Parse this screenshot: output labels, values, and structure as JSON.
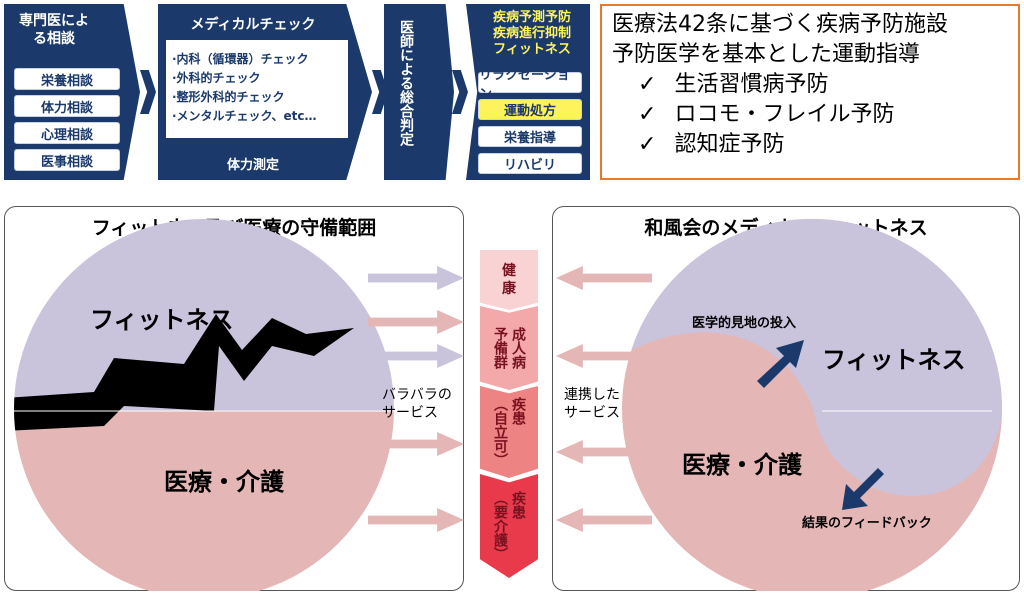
{
  "flow": {
    "block1": {
      "title": "専門医による相談",
      "items": [
        "栄養相談",
        "体力相談",
        "心理相談",
        "医事相談"
      ]
    },
    "block2": {
      "title": "メディカルチェック",
      "checks": [
        "·内科（循環器）チェック",
        "·外科的チェック",
        "·整形外科的チェック",
        "·メンタルチェック、etc…"
      ],
      "footer": "体力測定"
    },
    "block3": {
      "title": "医師による総合判定"
    },
    "block4": {
      "title_lines": [
        "疾病予測予防",
        "疾病進行抑制",
        "フィットネス"
      ],
      "items": [
        "リラクゼーション",
        "運動処方",
        "栄養指導",
        "リハビリ"
      ],
      "highlighted_index": 1
    }
  },
  "info_box": {
    "lines": [
      "医療法42条に基づく疾病予防施設",
      "予防医学を基本とした運動指導"
    ],
    "checks": [
      "生活習慣病予防",
      "ロコモ・フレイル予防",
      "認知症予防"
    ],
    "check_mark": "✓",
    "border_color": "#e87a2a"
  },
  "left_panel": {
    "title": "フィットネス及び医療の守備範囲",
    "top_label": "フィットネス",
    "bottom_label": "医療・介護",
    "note": "バラバラの\nサービス"
  },
  "right_panel": {
    "title": "和風会のメディカルフィットネス",
    "top_label": "フィットネス",
    "bottom_label": "医療・介護",
    "arrow_top_label": "医学的見地の投入",
    "arrow_bottom_label": "結果のフィードバック",
    "note": "連携した\nサービス"
  },
  "center_stages": [
    {
      "label": "健\n康"
    },
    {
      "label": "成人病\n予備群"
    },
    {
      "label": "疾患\n（自立可）"
    },
    {
      "label": "疾患\n（要介護）"
    }
  ],
  "colors": {
    "navy": "#1b3a6b",
    "fitness": "#c9c3dc",
    "medical": "#e4b6b6",
    "highlight": "#fff35c",
    "stage_dark": "#e83a4a"
  }
}
